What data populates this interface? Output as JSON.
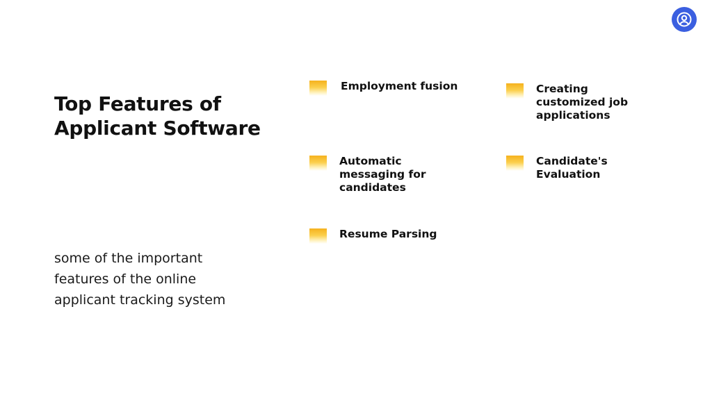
{
  "slide": {
    "title": "Top Features of Applicant Software",
    "subtitle": "some of the important features of the online applicant tracking system"
  },
  "features": [
    {
      "label": "Employment fusion"
    },
    {
      "label": "Creating customized job applications"
    },
    {
      "label": "Automatic messaging for candidates"
    },
    {
      "label": "Candidate's Evaluation"
    },
    {
      "label": "Resume Parsing"
    }
  ],
  "colors": {
    "accent": "#f5b21e",
    "avatar_background": "#3b5fe0"
  },
  "icons": {
    "account": "user-circle-icon"
  }
}
